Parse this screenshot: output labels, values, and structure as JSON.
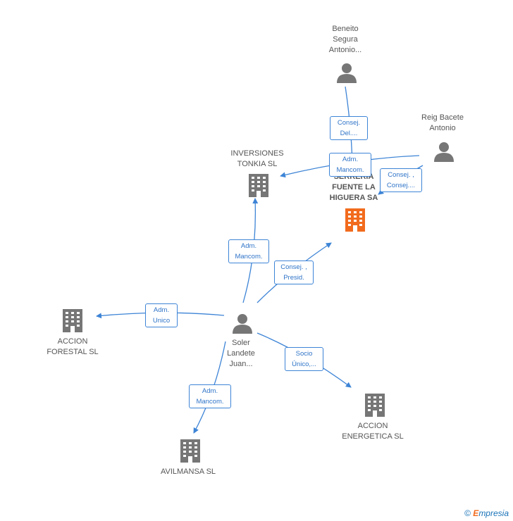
{
  "nodes": {
    "beneito": {
      "label": "Beneito\nSegura\nAntonio...",
      "type": "person"
    },
    "reig": {
      "label": "Reig Bacete\nAntonio",
      "type": "person"
    },
    "inversiones": {
      "label": "INVERSIONES\nTONKIA SL",
      "type": "company"
    },
    "serreria": {
      "label": "SERRERIA\nFUENTE LA\nHIGUERA SA",
      "type": "company-main"
    },
    "soler": {
      "label": "Soler\nLandete\nJuan...",
      "type": "person"
    },
    "forestal": {
      "label": "ACCION\nFORESTAL SL",
      "type": "company"
    },
    "energetica": {
      "label": "ACCION\nENERGETICA SL",
      "type": "company"
    },
    "avilmansa": {
      "label": "AVILMANSA SL",
      "type": "company"
    }
  },
  "edges": {
    "beneito_serreria": "Consej.\nDel....",
    "reig_inversiones": "Adm.\nMancom.",
    "reig_serreria": "Consej. ,\nConsej....",
    "soler_inversiones": "Adm.\nMancom.",
    "soler_serreria": "Consej. ,\nPresid.",
    "soler_forestal": "Adm.\nUnico",
    "soler_energetica": "Socio\nÚnico,...",
    "soler_avilmansa": "Adm.\nMancom."
  },
  "footer": {
    "copyright": "©",
    "brand_initial": "E",
    "brand_rest": "mpresia"
  },
  "colors": {
    "edge": "#3d84d6",
    "icon": "#767676",
    "main_icon": "#f26b1d"
  }
}
